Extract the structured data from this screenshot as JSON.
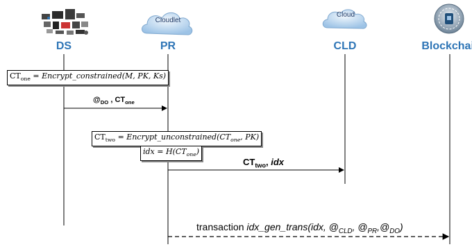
{
  "actors": [
    {
      "id": "ds",
      "label": "DS",
      "icon": "iot-devices-icon"
    },
    {
      "id": "pr",
      "label": "PR",
      "icon": "cloud-icon",
      "cloud_text": "Cloudlet"
    },
    {
      "id": "cld",
      "label": "CLD",
      "icon": "cloud-icon",
      "cloud_text": "Cloud"
    },
    {
      "id": "bc",
      "label": "Blockchain",
      "icon": "blockchain-icon"
    }
  ],
  "boxes": {
    "encrypt1": {
      "lhs": "CT",
      "lhs_sub": "one",
      "eq": " = ",
      "func": "Encrypt_constrained",
      "args": "(M, PK, Ks)"
    },
    "encrypt2": {
      "lhs": "CT",
      "lhs_sub": "two",
      "eq": " = ",
      "func": "Encrypt_unconstrained",
      "args_pre": "(CT",
      "args_sub": "one",
      "args_post": ", PK)"
    },
    "hash": {
      "lhs": "idx",
      "eq": " = ",
      "func": "H",
      "args_pre": "(CT",
      "args_sub": "one",
      "args_post": ")"
    }
  },
  "messages": {
    "m1": {
      "at": "@",
      "at_sub": "DO",
      "sep": " , ",
      "ct": "CT",
      "ct_sub": "one"
    },
    "m2": {
      "ct": "CT",
      "ct_sub": "two",
      "sep": ", ",
      "idx": "idx"
    },
    "m3": {
      "prefix": "transaction ",
      "func": "idx_gen_trans(idx, ",
      "a1": "@",
      "a1_sub": "CLD",
      "c1": ", ",
      "a2": "@",
      "a2_sub": "PR",
      "c2": ",",
      "a3": "@",
      "a3_sub": "DO",
      "end": ")"
    }
  },
  "colors": {
    "actor_label": "#2e75b6",
    "cloud_fill": "#9dc3e6",
    "line": "#000000"
  }
}
